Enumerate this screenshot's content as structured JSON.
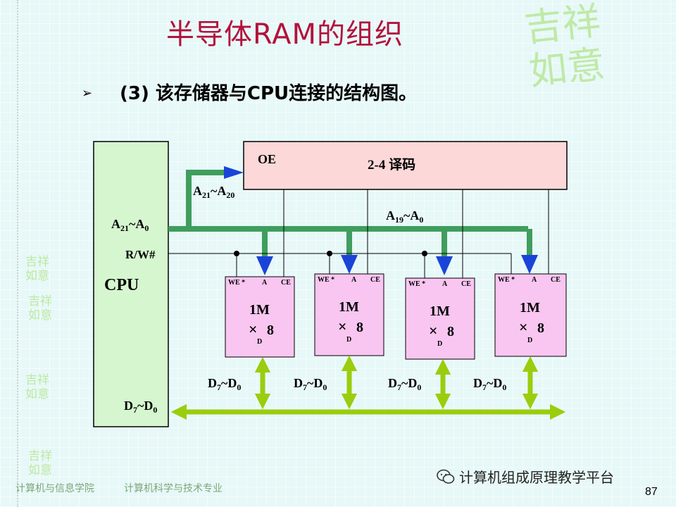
{
  "slide": {
    "title": "半导体RAM的组织",
    "bullet": "➢",
    "subtitle": "(3) 该存储器与CPU连接的结构图。",
    "page_number": "87"
  },
  "watermark": {
    "big_lines": [
      "吉祥",
      "如意"
    ],
    "small_lines": [
      "吉祥",
      "如意"
    ]
  },
  "diagram": {
    "cpu": {
      "label": "CPU",
      "addr_label_main": "A",
      "addr_sub_hi": "21",
      "addr_mid": "~A",
      "addr_sub_lo": "0",
      "rw_label": "R/W#",
      "data_label_main": "D",
      "data_sub_hi": "7",
      "data_mid": "~D",
      "data_sub_lo": "0"
    },
    "decoder": {
      "label": "2-4 译码",
      "oe_label": "OE",
      "input_main": "A",
      "input_sub_hi": "21",
      "input_mid": "~A",
      "input_sub_lo": "20"
    },
    "bus": {
      "addr_main": "A",
      "addr_sub_hi": "19",
      "addr_mid": "~A",
      "addr_sub_lo": "0"
    },
    "chips": [
      {
        "we": "WE *",
        "a": "A",
        "ce": "CE",
        "size": "1M",
        "times": "×",
        "width": "8",
        "d": "D"
      },
      {
        "we": "WE *",
        "a": "A",
        "ce": "CE",
        "size": "1M",
        "times": "×",
        "width": "8",
        "d": "D"
      },
      {
        "we": "WE *",
        "a": "A",
        "ce": "CE",
        "size": "1M",
        "times": "×",
        "width": "8",
        "d": "D"
      },
      {
        "we": "WE *",
        "a": "A",
        "ce": "CE",
        "size": "1M",
        "times": "×",
        "width": "8",
        "d": "D"
      }
    ],
    "data_bus_labels": [
      {
        "main": "D",
        "sub_hi": "7",
        "mid": "~D",
        "sub_lo": "0"
      },
      {
        "main": "D",
        "sub_hi": "7",
        "mid": "~D",
        "sub_lo": "0"
      },
      {
        "main": "D",
        "sub_hi": "7",
        "mid": "~D",
        "sub_lo": "0"
      },
      {
        "main": "D",
        "sub_hi": "7",
        "mid": "~D",
        "sub_lo": "0"
      }
    ]
  },
  "footer": {
    "left_1": "计算机与信息学院",
    "left_2": "计算机科学与技术专业",
    "brand": "计算机组成原理教学平台"
  },
  "colors": {
    "title": "#b3123c",
    "cpu_fill": "#d5f6cf",
    "decoder_fill": "#fdd8d8",
    "chip_fill": "#f8c6f0",
    "address_bus": "#3f9e5d",
    "arrow_blue": "#1a44d8",
    "data_bus": "#9acd0e"
  }
}
